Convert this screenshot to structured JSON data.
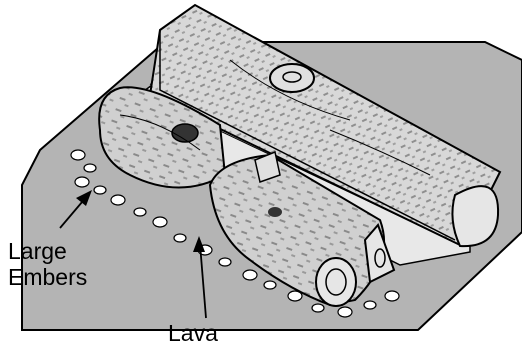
{
  "labels": {
    "large_embers_line1": "Large",
    "large_embers_line2": "Embers",
    "lava": "Lava"
  },
  "colors": {
    "tray": "#b4b4b4",
    "log_fill": "#d4d4d4",
    "log_dark": "#8c8c8c",
    "outline": "#000000"
  }
}
